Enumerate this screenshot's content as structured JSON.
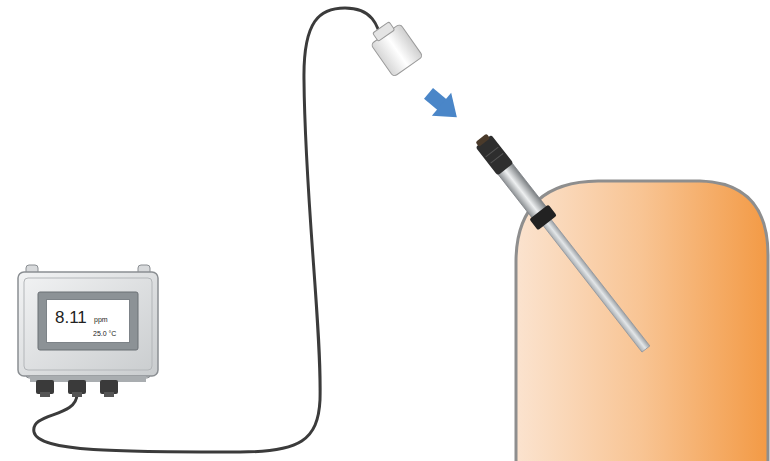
{
  "diagram": {
    "nodes": [
      {
        "text": [
          "8.11",
          "ppm",
          "25.0 °C"
        ]
      }
    ]
  }
}
